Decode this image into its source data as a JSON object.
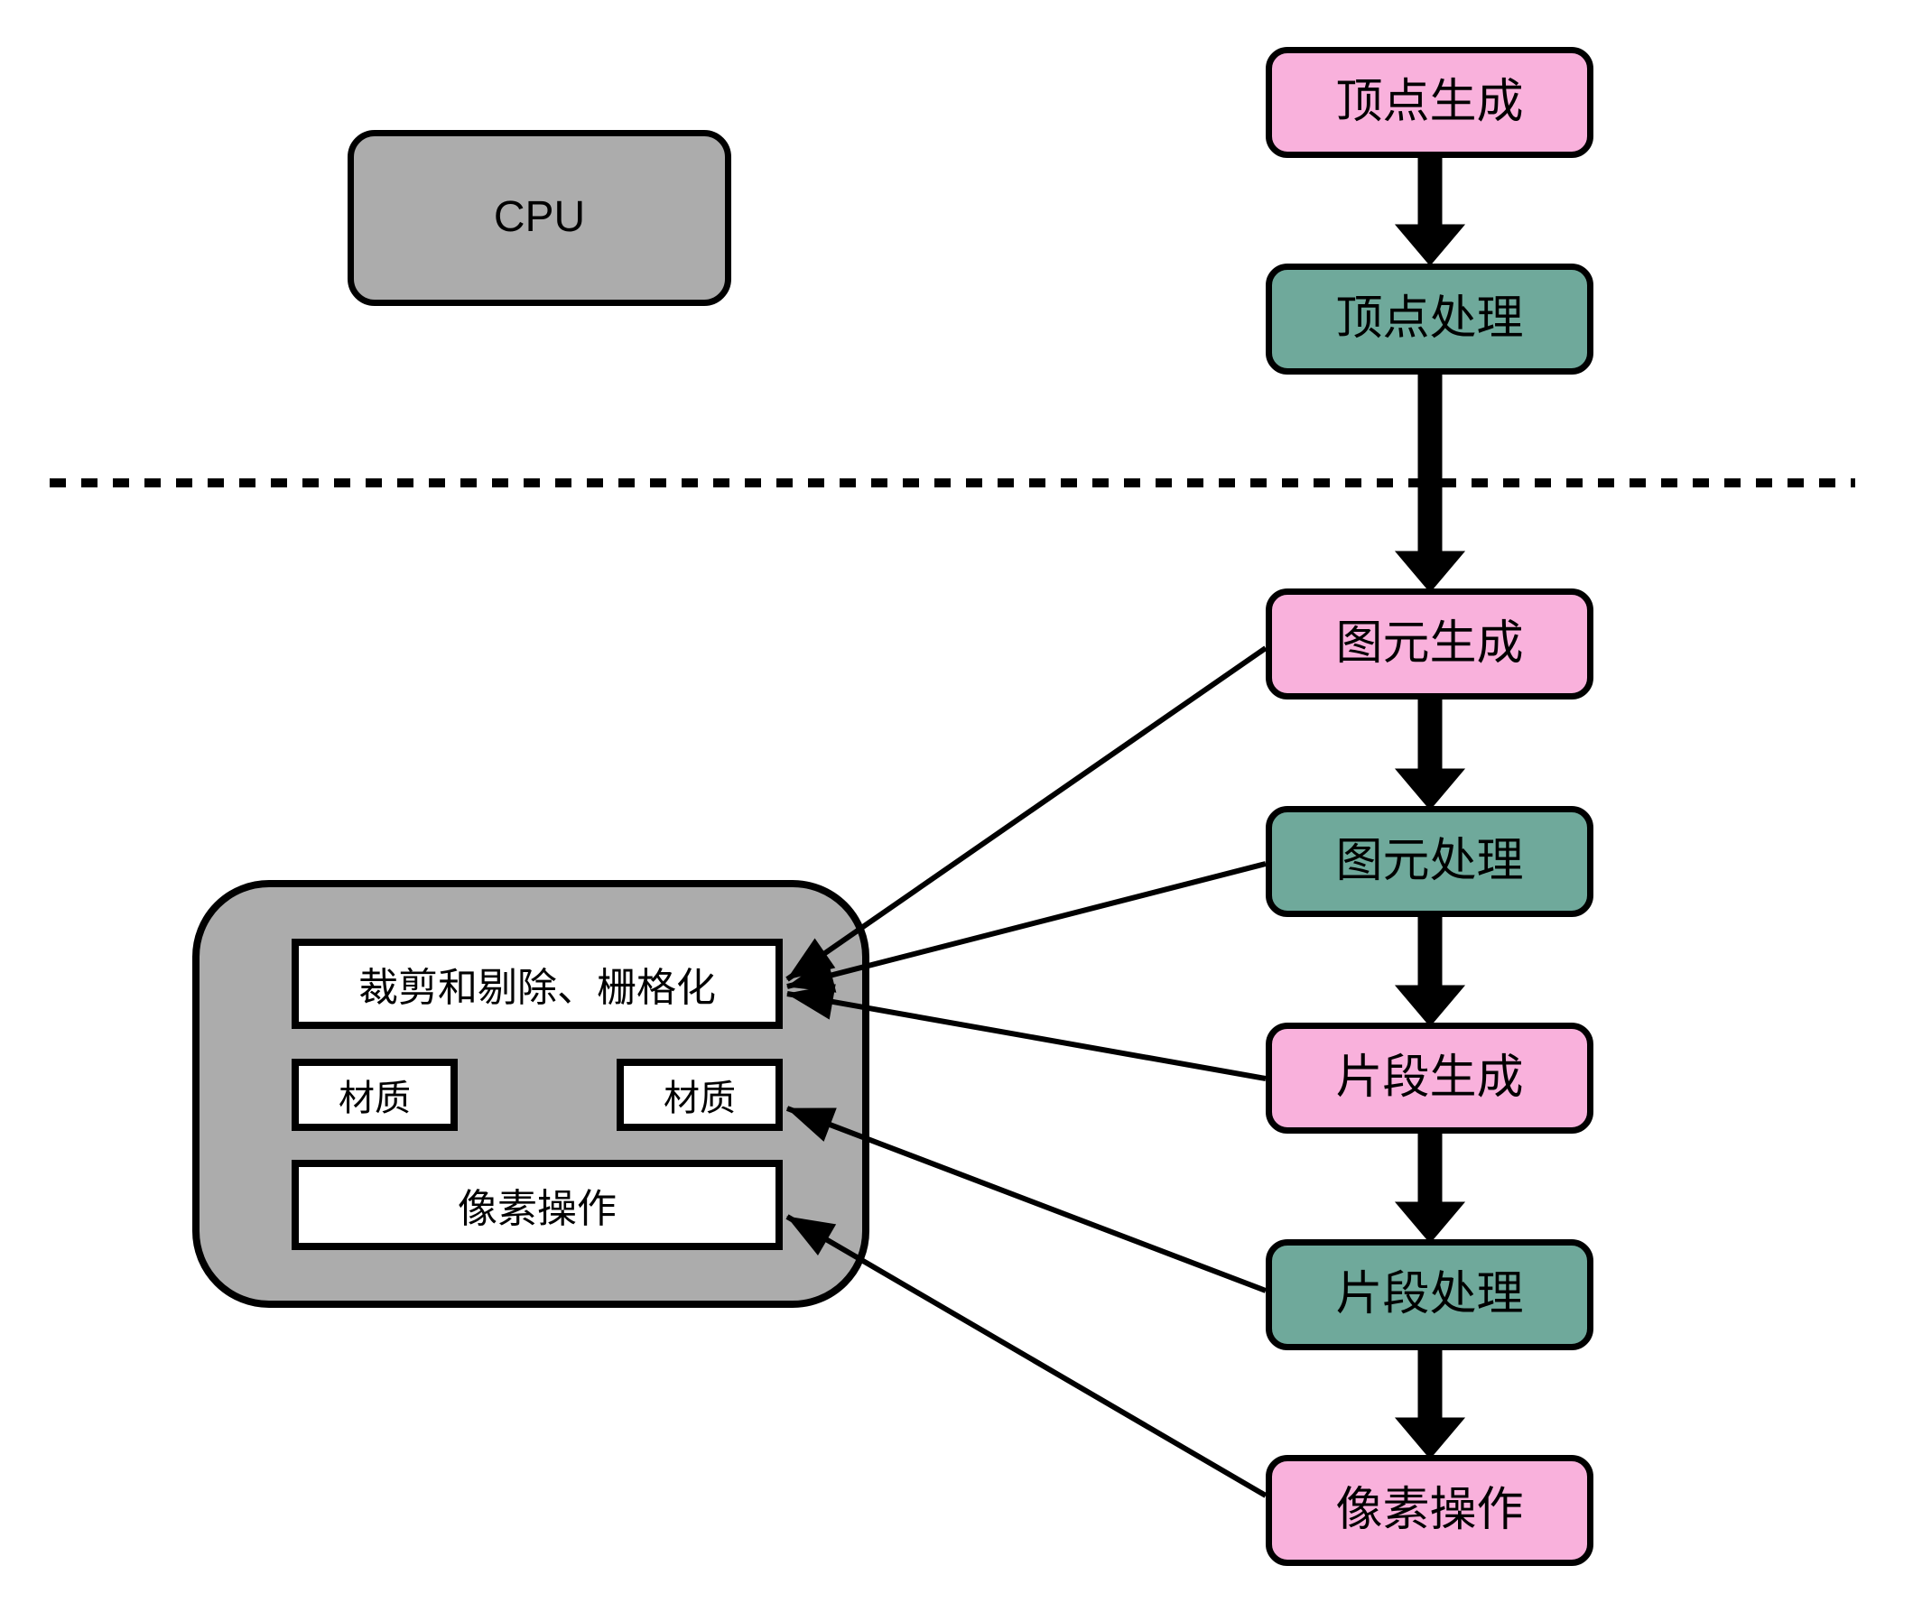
{
  "colors": {
    "pink": "#F9B1DC",
    "teal": "#6FA99B",
    "gray": "#ACACAC",
    "white_box": "#FFFFFF",
    "line": "#000000"
  },
  "cpu_box": {
    "label": "CPU"
  },
  "gpu_container": {
    "clip_box_label": "裁剪和剔除、栅格化",
    "material_left_label": "材质",
    "material_right_label": "材质",
    "pixel_ops_label": "像素操作"
  },
  "pipeline": [
    {
      "label": "顶点生成",
      "color": "pink"
    },
    {
      "label": "顶点处理",
      "color": "teal"
    },
    {
      "label": "图元生成",
      "color": "pink"
    },
    {
      "label": "图元处理",
      "color": "teal"
    },
    {
      "label": "片段生成",
      "color": "pink"
    },
    {
      "label": "片段处理",
      "color": "teal"
    },
    {
      "label": "像素操作",
      "color": "pink"
    }
  ]
}
